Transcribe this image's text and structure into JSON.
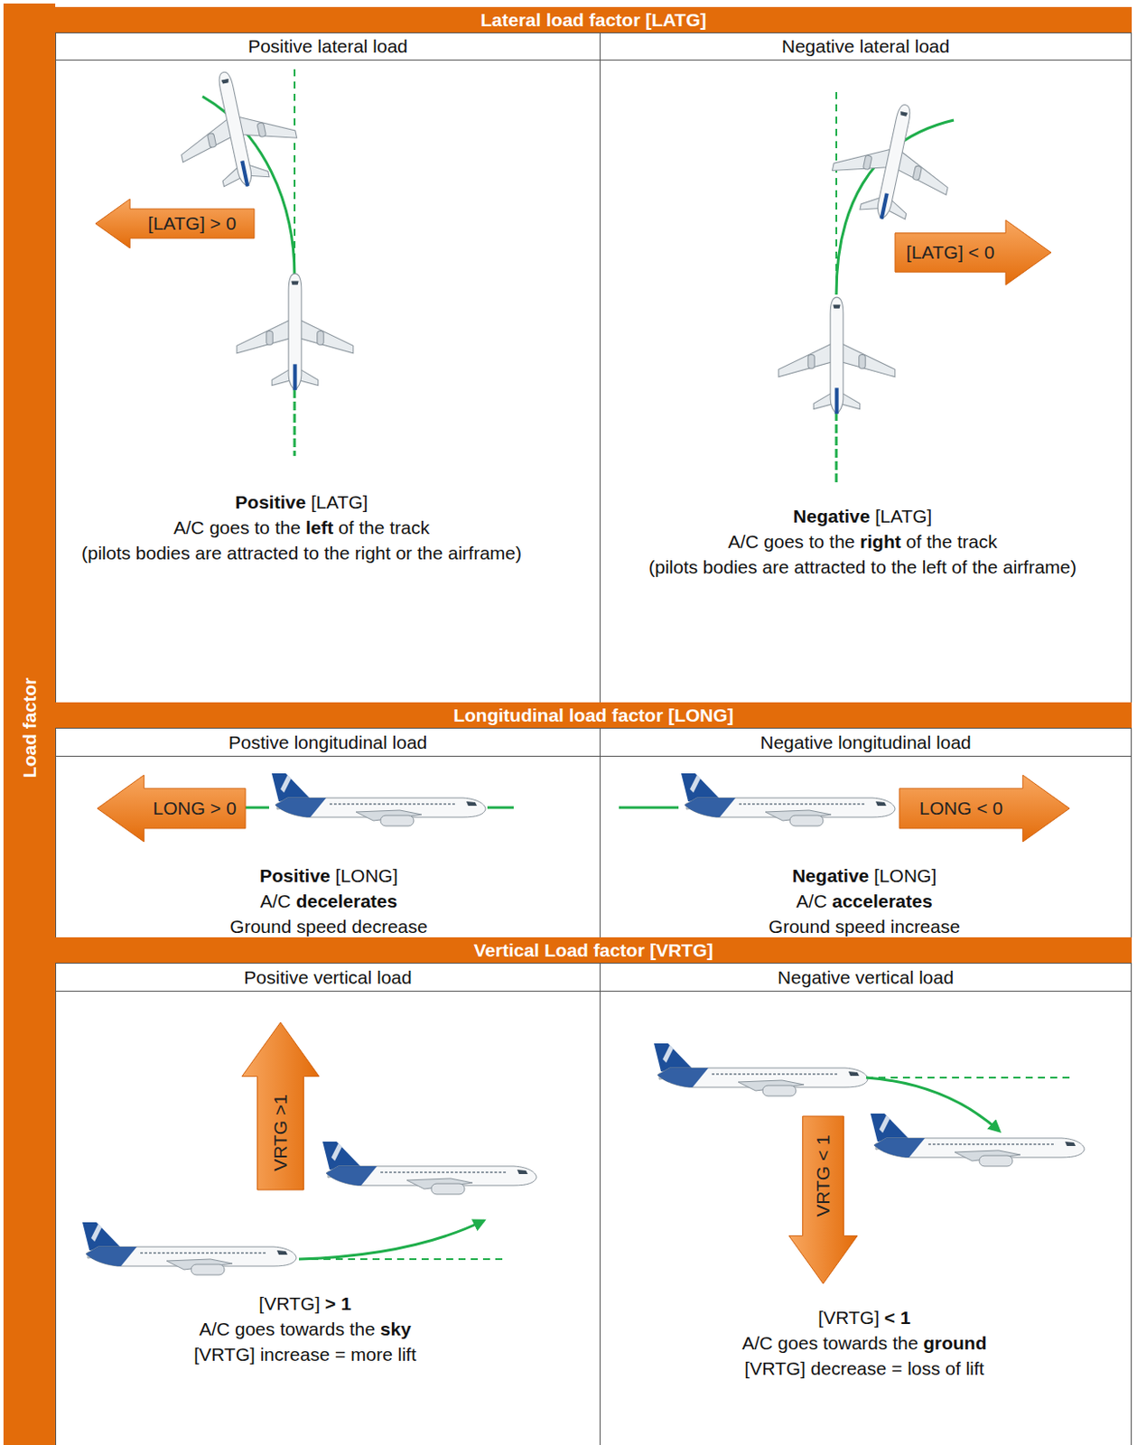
{
  "diagram": {
    "nodes": [
      {
        "text": [
          "Load factor"
        ]
      },
      {
        "text": [
          "Lateral load factor [LATG]"
        ]
      },
      {
        "text": [
          "Positive lateral load"
        ]
      },
      {
        "text": [
          "Negative lateral load"
        ]
      },
      {
        "text": [
          "Positive [LATG]",
          "A/C goes to the left of the track",
          "(pilots bodies are attracted to the right or the airframe)"
        ]
      },
      {
        "text": [
          "[LATG] > 0"
        ],
        "in": 4
      },
      {
        "text": [
          "Negative [LATG]",
          "A/C goes to the right of the track",
          "(pilots bodies are attracted to the left of the airframe)"
        ]
      },
      {
        "text": [
          "[LATG] < 0"
        ],
        "in": 6
      },
      {
        "text": [
          "Longitudinal load factor [LONG]"
        ]
      },
      {
        "text": [
          "Postive longitudinal load"
        ]
      },
      {
        "text": [
          "Negative longitudinal load"
        ]
      },
      {
        "text": [
          "Positive [LONG]",
          "A/C decelerates",
          "Ground speed decrease"
        ]
      },
      {
        "text": [
          "LONG > 0"
        ],
        "in": 11
      },
      {
        "text": [
          "Negative [LONG]",
          "A/C accelerates",
          "Ground speed increase"
        ]
      },
      {
        "text": [
          "LONG < 0"
        ],
        "in": 13
      },
      {
        "text": [
          "Vertical Load factor [VRTG]"
        ]
      },
      {
        "text": [
          "Positive vertical load"
        ]
      },
      {
        "text": [
          "Negative vertical load"
        ]
      },
      {
        "text": [
          "[VRTG] > 1",
          "A/C goes towards the sky",
          "[VRTG] increase = more lift"
        ]
      },
      {
        "text": [
          "VRTG >1"
        ],
        "in": 18
      },
      {
        "text": [
          "[VRTG] < 1",
          "A/C goes towards the ground",
          "[VRTG] decrease = loss of lift"
        ]
      },
      {
        "text": [
          "VRTG < 1"
        ],
        "in": 20
      }
    ]
  }
}
